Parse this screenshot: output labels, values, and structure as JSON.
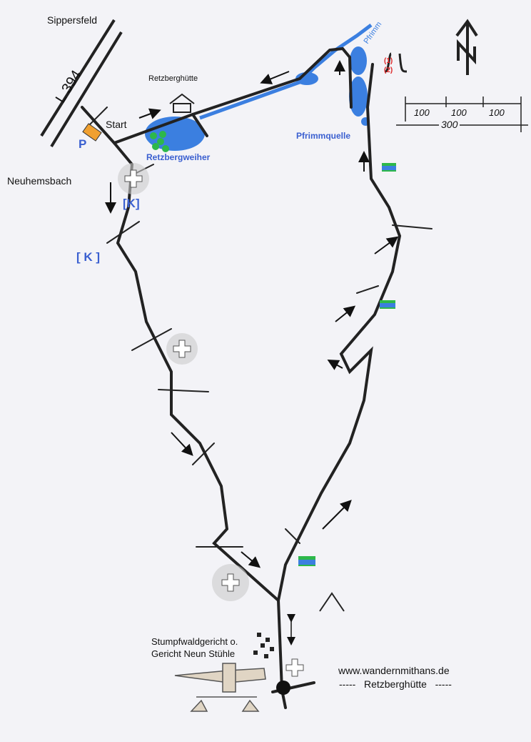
{
  "places": {
    "sippersfeld": "Sippersfeld",
    "road": "L 394",
    "neuhemsbach": "Neuhemsbach",
    "start": "Start",
    "parking": "P",
    "hut": "Retzberghütte",
    "pond": "Retzbergweiher",
    "stream": "Pfrimm",
    "spring": "Pfrimmquelle",
    "marker1": "(1)",
    "marker2": "(2)",
    "k1": "[K]",
    "k2": "[ K ]",
    "court_line1": "Stumpfwaldgericht o.",
    "court_line2": "Gericht Neun Stühle"
  },
  "scale": {
    "seg1": "100",
    "seg2": "100",
    "seg3": "100",
    "total": "300"
  },
  "footer": {
    "website": "www.wandernmithans.de",
    "title": "-----   Retzberghütte   -----"
  },
  "colors": {
    "water": "#3b7fe0",
    "trail": "#222222",
    "marker_green": "#2db84a",
    "parking": "#f0a030",
    "label_blue": "#3a5fd0"
  }
}
